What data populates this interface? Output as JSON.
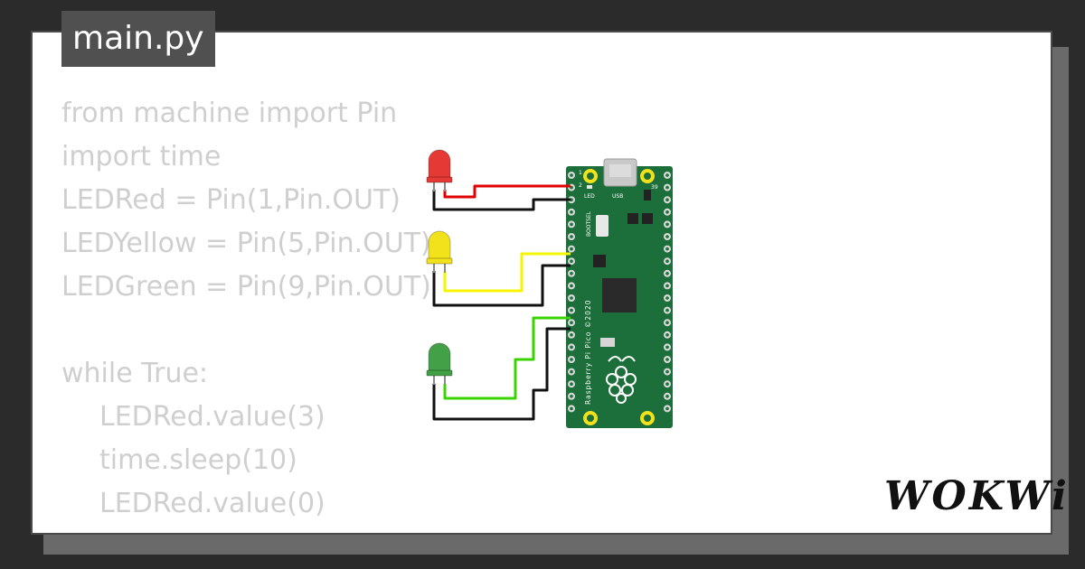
{
  "file_tab": {
    "label": "main.py"
  },
  "code_lines": [
    "from machine import Pin",
    "import time",
    "LEDRed = Pin(1,Pin.OUT)",
    "LEDYellow = Pin(5,Pin.OUT)",
    "LEDGreen = Pin(9,Pin.OUT)",
    "",
    "while True:",
    "LEDRed.value(3)",
    "time.sleep(10)",
    "LEDRed.value(0)"
  ],
  "board": {
    "label": "Raspberry Pi Pico ©2020",
    "bootsel_label": "BOOTSEL",
    "led_label": "LED",
    "usb_label": "USB",
    "pin1_label": "1",
    "pin2_label": "2",
    "pin39_label": "39"
  },
  "leds": [
    {
      "name": "red",
      "color": "#e53935"
    },
    {
      "name": "yellow",
      "color": "#f2e21b"
    },
    {
      "name": "green",
      "color": "#43a047"
    }
  ],
  "wire_colors": {
    "red": "#e00000",
    "black": "#111111",
    "yellow": "#f5f500",
    "green": "#39d400"
  },
  "brand": {
    "logo": "WOKWi"
  }
}
